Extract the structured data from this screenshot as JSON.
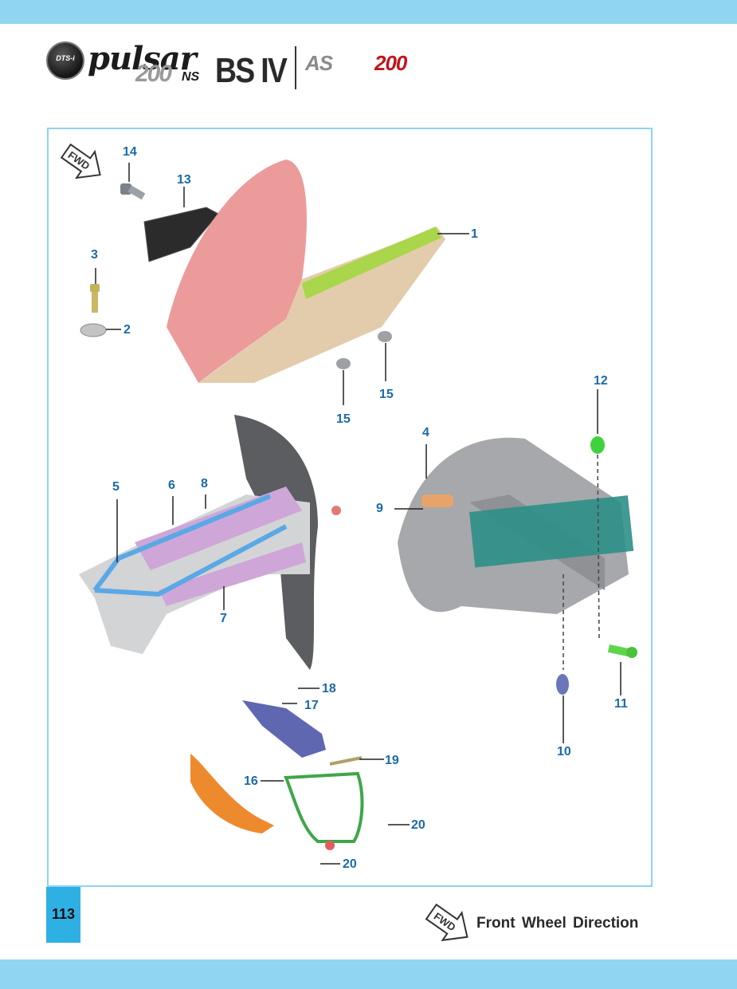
{
  "brand": {
    "badge_text": "DTS-i",
    "logo_pulsar": "pulsar",
    "logo_model": "200",
    "logo_ns": "NS",
    "emission": "BS IV",
    "logo_as": "AS",
    "logo_as_model": "200"
  },
  "diagram": {
    "fwd_label": "FWD",
    "callouts": [
      {
        "id": "c1",
        "label": "1"
      },
      {
        "id": "c2",
        "label": "2"
      },
      {
        "id": "c3",
        "label": "3"
      },
      {
        "id": "c4",
        "label": "4"
      },
      {
        "id": "c5",
        "label": "5"
      },
      {
        "id": "c6",
        "label": "6"
      },
      {
        "id": "c7",
        "label": "7"
      },
      {
        "id": "c8",
        "label": "8"
      },
      {
        "id": "c9",
        "label": "9"
      },
      {
        "id": "c10",
        "label": "10"
      },
      {
        "id": "c11",
        "label": "11"
      },
      {
        "id": "c12",
        "label": "12"
      },
      {
        "id": "c13",
        "label": "13"
      },
      {
        "id": "c14",
        "label": "14"
      },
      {
        "id": "c15a",
        "label": "15"
      },
      {
        "id": "c15b",
        "label": "15"
      },
      {
        "id": "c16",
        "label": "16"
      },
      {
        "id": "c17",
        "label": "17"
      },
      {
        "id": "c18",
        "label": "18"
      },
      {
        "id": "c19",
        "label": "19"
      },
      {
        "id": "c20a",
        "label": "20"
      },
      {
        "id": "c20b",
        "label": "20"
      }
    ]
  },
  "footer": {
    "page_number": "113",
    "fwd_label": "FWD",
    "legend_text": "Front Wheel Direction"
  },
  "colors": {
    "band": "#90d6f3",
    "frame": "#8fd3ef",
    "callout": "#1c6aa6",
    "page_tab": "#2fb0e4",
    "brand_red": "#c0151b"
  }
}
